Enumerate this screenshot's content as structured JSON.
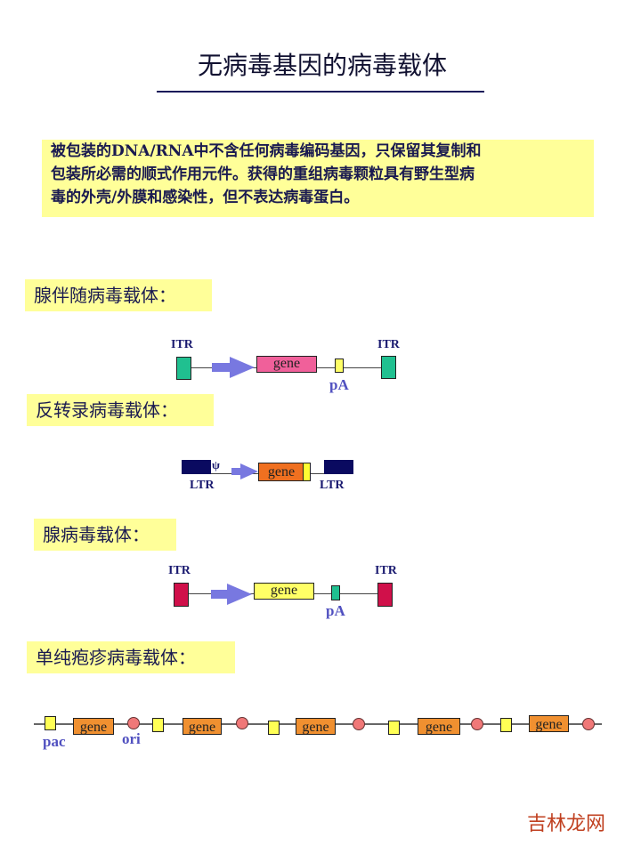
{
  "title": "无病毒基因的病毒载体",
  "intro": [
    "被包装的DNA/RNA中不含任何病毒编码基因，只保留其复制和",
    "包装所必需的顺式作用元件。获得的重组病毒颗粒具有野生型病",
    "毒的外壳/外膜和感染性，但不表达病毒蛋白。"
  ],
  "sections": {
    "aav": "腺伴随病毒载体：",
    "retro": "反转录病毒载体：",
    "adeno": "腺病毒载体：",
    "hsv": "单纯疱疹病毒载体："
  },
  "labels": {
    "itr": "ITR",
    "pa": "pA",
    "gene": "gene",
    "ltr": "LTR",
    "psi": "ψ",
    "pac": "pac",
    "ori": "ori"
  },
  "watermark": "吉林龙网",
  "colors": {
    "aav_itr": "#20c090",
    "aav_gene": "#f0609a",
    "retro_ltr": "#0a0a60",
    "retro_gene": "#f07020",
    "adeno_itr": "#d0104a",
    "adeno_gene": "#ffff66",
    "hsv_gene": "#f09030",
    "highlight": "#ffff99"
  }
}
